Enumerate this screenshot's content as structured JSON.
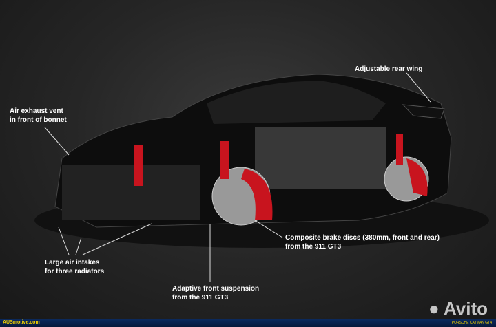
{
  "labels": {
    "rear_wing": "Adjustable rear wing",
    "vent_1": "Air exhaust vent",
    "vent_2": "in front of bonnet",
    "brake_1": "Composite brake discs (380mm, front and rear)",
    "brake_2": "from the 911 GT3",
    "intake_1": "Large air intakes",
    "intake_2": "for three radiators",
    "susp_1": "Adaptive front suspension",
    "susp_2": "from the 911 GT3"
  },
  "watermark": "Avito",
  "footer": {
    "site": "AUSmotive.com",
    "model": "PORSCHE CAYMAN GT4"
  },
  "colors": {
    "brake": "#c8141e",
    "footer": "#0b2a5e"
  }
}
